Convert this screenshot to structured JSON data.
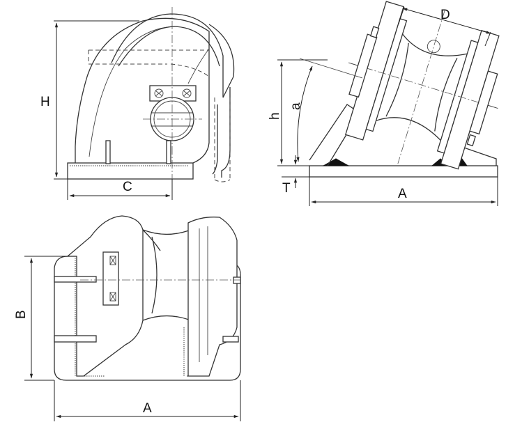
{
  "views": {
    "side_view": {
      "dimensions": {
        "height": "H",
        "base_width": "C"
      }
    },
    "angled_view": {
      "dimensions": {
        "roller": "D",
        "angle": "a",
        "height": "h",
        "thickness": "T",
        "base_length": "A"
      }
    },
    "top_view": {
      "dimensions": {
        "width": "B",
        "length": "A"
      }
    }
  }
}
